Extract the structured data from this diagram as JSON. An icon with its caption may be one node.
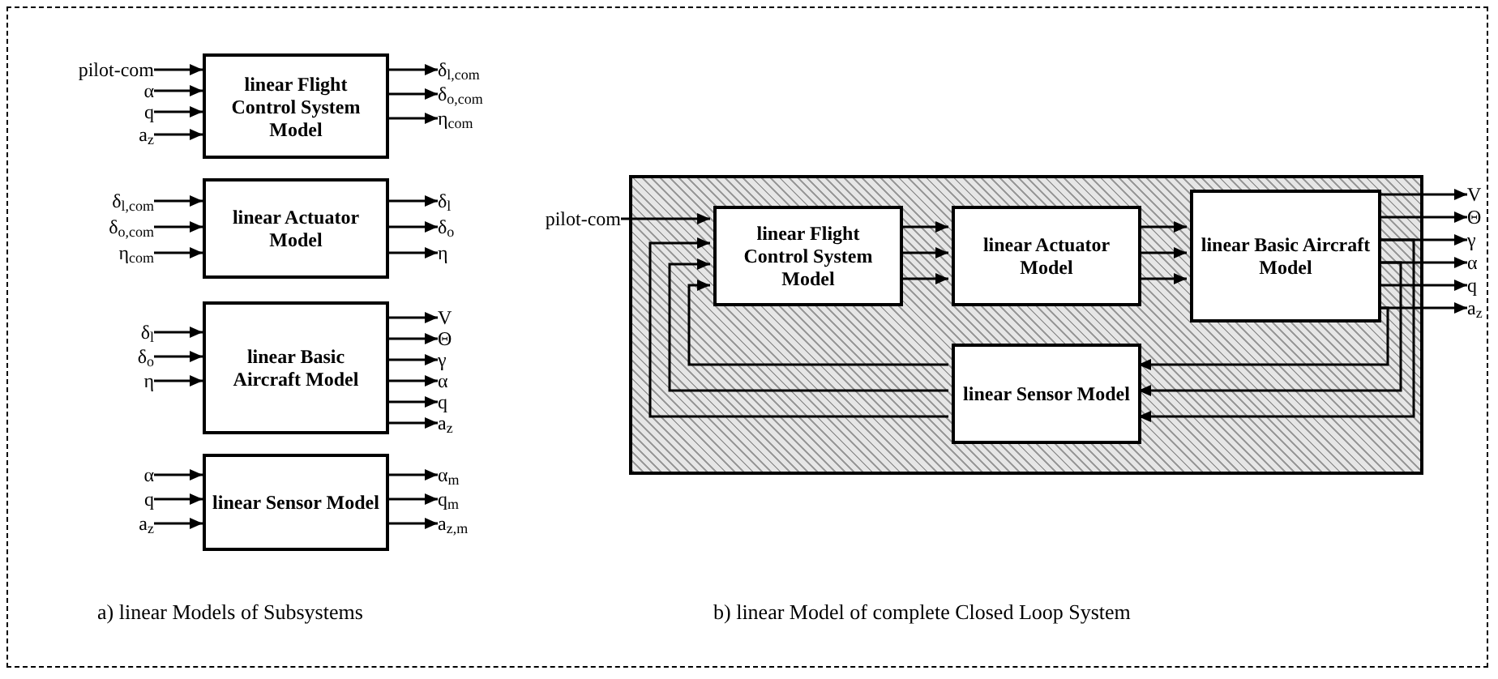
{
  "diagram": {
    "nodes": [
      {
        "text": [
          "linear Flight Control System Model"
        ]
      },
      {
        "text": [
          "pilot-com"
        ]
      },
      {
        "text": [
          "α"
        ]
      },
      {
        "text": [
          "q"
        ]
      },
      {
        "text": [
          "a$_{z}$"
        ]
      },
      {
        "text": [
          "δ$_{l,com}$"
        ]
      },
      {
        "text": [
          "δ$_{o,com}$"
        ]
      },
      {
        "text": [
          "η$_{com}$"
        ]
      },
      {
        "text": [
          "linear Actuator Model"
        ]
      },
      {
        "text": [
          "δ$_{l,com}$"
        ]
      },
      {
        "text": [
          "δ$_{o,com}$"
        ]
      },
      {
        "text": [
          "η$_{com}$"
        ]
      },
      {
        "text": [
          "δ$_{l}$"
        ]
      },
      {
        "text": [
          "δ$_{o}$"
        ]
      },
      {
        "text": [
          "η"
        ]
      },
      {
        "text": [
          "linear Basic Aircraft Model"
        ]
      },
      {
        "text": [
          "δ$_{l}$"
        ]
      },
      {
        "text": [
          "δ$_{o}$"
        ]
      },
      {
        "text": [
          "η"
        ]
      },
      {
        "text": [
          "V"
        ]
      },
      {
        "text": [
          "Θ"
        ]
      },
      {
        "text": [
          "γ"
        ]
      },
      {
        "text": [
          "α"
        ]
      },
      {
        "text": [
          "q"
        ]
      },
      {
        "text": [
          "a$_{z}$"
        ]
      },
      {
        "text": [
          "linear Sensor Model"
        ]
      },
      {
        "text": [
          "α"
        ]
      },
      {
        "text": [
          "q"
        ]
      },
      {
        "text": [
          "a$_{z}$"
        ]
      },
      {
        "text": [
          "α$_{m}$"
        ]
      },
      {
        "text": [
          "q$_{m}$"
        ]
      },
      {
        "text": [
          "a$_{z,m}$"
        ]
      },
      {
        "text": [],
        "shape": "box"
      },
      {
        "text": [
          "linear Flight Control System Model"
        ],
        "in": 32
      },
      {
        "text": [
          "linear Actuator Model"
        ],
        "in": 32
      },
      {
        "text": [
          "linear Basic Aircraft Model"
        ],
        "in": 32
      },
      {
        "text": [
          "linear Sensor Model"
        ],
        "in": 32
      },
      {
        "text": [
          "pilot-com"
        ]
      },
      {
        "text": [
          "V"
        ]
      },
      {
        "text": [
          "Θ"
        ]
      },
      {
        "text": [
          "γ"
        ]
      },
      {
        "text": [
          "α"
        ]
      },
      {
        "text": [
          "q"
        ]
      },
      {
        "text": [
          "a$_{z}$"
        ]
      }
    ],
    "edges": [
      {
        "from": 1,
        "to": 0,
        "arrow": "to"
      },
      {
        "from": 2,
        "to": 0,
        "arrow": "to"
      },
      {
        "from": 3,
        "to": 0,
        "arrow": "to"
      },
      {
        "from": 4,
        "to": 0,
        "arrow": "to"
      },
      {
        "from": 0,
        "to": 5,
        "arrow": "to"
      },
      {
        "from": 0,
        "to": 6,
        "arrow": "to"
      },
      {
        "from": 0,
        "to": 7,
        "arrow": "to"
      },
      {
        "from": 9,
        "to": 8,
        "arrow": "to"
      },
      {
        "from": 10,
        "to": 8,
        "arrow": "to"
      },
      {
        "from": 11,
        "to": 8,
        "arrow": "to"
      },
      {
        "from": 8,
        "to": 12,
        "arrow": "to"
      },
      {
        "from": 8,
        "to": 13,
        "arrow": "to"
      },
      {
        "from": 8,
        "to": 14,
        "arrow": "to"
      },
      {
        "from": 16,
        "to": 15,
        "arrow": "to"
      },
      {
        "from": 17,
        "to": 15,
        "arrow": "to"
      },
      {
        "from": 18,
        "to": 15,
        "arrow": "to"
      },
      {
        "from": 15,
        "to": 19,
        "arrow": "to"
      },
      {
        "from": 15,
        "to": 20,
        "arrow": "to"
      },
      {
        "from": 15,
        "to": 21,
        "arrow": "to"
      },
      {
        "from": 15,
        "to": 22,
        "arrow": "to"
      },
      {
        "from": 15,
        "to": 23,
        "arrow": "to"
      },
      {
        "from": 15,
        "to": 24,
        "arrow": "to"
      },
      {
        "from": 26,
        "to": 25,
        "arrow": "to"
      },
      {
        "from": 27,
        "to": 25,
        "arrow": "to"
      },
      {
        "from": 28,
        "to": 25,
        "arrow": "to"
      },
      {
        "from": 25,
        "to": 29,
        "arrow": "to"
      },
      {
        "from": 25,
        "to": 30,
        "arrow": "to"
      },
      {
        "from": 25,
        "to": 31,
        "arrow": "to"
      },
      {
        "from": 37,
        "to": 33,
        "arrow": "to"
      },
      {
        "from": 33,
        "to": 34,
        "arrow": "to"
      },
      {
        "from": 33,
        "to": 34,
        "arrow": "to"
      },
      {
        "from": 33,
        "to": 34,
        "arrow": "to"
      },
      {
        "from": 34,
        "to": 35,
        "arrow": "to"
      },
      {
        "from": 34,
        "to": 35,
        "arrow": "to"
      },
      {
        "from": 34,
        "to": 35,
        "arrow": "to"
      },
      {
        "from": 35,
        "to": 38,
        "arrow": "to"
      },
      {
        "from": 35,
        "to": 39,
        "arrow": "to"
      },
      {
        "from": 35,
        "to": 40,
        "arrow": "to"
      },
      {
        "from": 35,
        "to": 41,
        "arrow": "to"
      },
      {
        "from": 35,
        "to": 42,
        "arrow": "to"
      },
      {
        "from": 35,
        "to": 43,
        "arrow": "to"
      },
      {
        "from": 35,
        "to": 36,
        "arrow": "to"
      },
      {
        "from": 35,
        "to": 36,
        "arrow": "to"
      },
      {
        "from": 35,
        "to": 36,
        "arrow": "to"
      },
      {
        "from": 36,
        "to": 33,
        "arrow": "to"
      },
      {
        "from": 36,
        "to": 33,
        "arrow": "to"
      },
      {
        "from": 36,
        "to": 33,
        "arrow": "to"
      }
    ],
    "labels": [
      "a) linear Models of Subsystems",
      "b) linear Model of complete Closed Loop System"
    ]
  }
}
